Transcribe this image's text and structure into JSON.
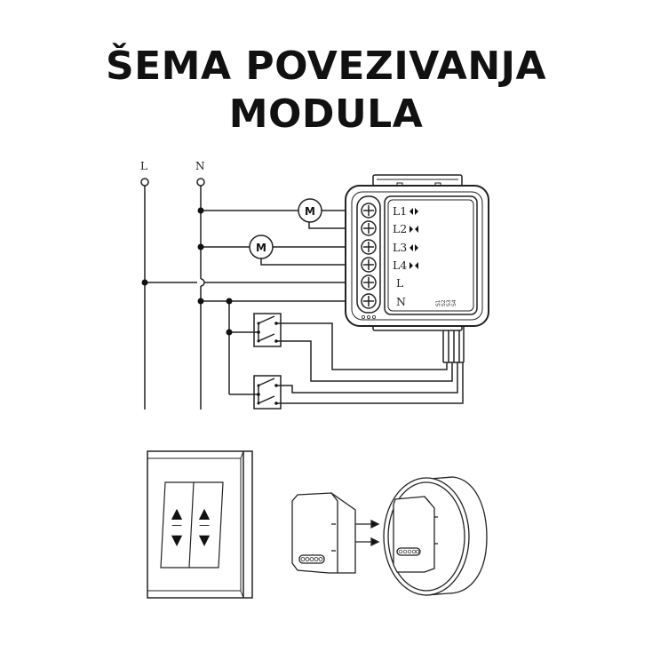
{
  "title": {
    "line1": "ŠEMA POVEZIVANJA",
    "line2": "MODULA"
  },
  "wiring": {
    "supply_labels": {
      "live": "L",
      "neutral": "N"
    },
    "motors": [
      {
        "label": "M",
        "connects_to": [
          "L1",
          "L2"
        ]
      },
      {
        "label": "M",
        "connects_to": [
          "L3",
          "L4"
        ]
      }
    ],
    "module_terminals": [
      {
        "label": "L1",
        "symbol": "◆"
      },
      {
        "label": "L2",
        "symbol": "⧓"
      },
      {
        "label": "L3",
        "symbol": "◆"
      },
      {
        "label": "L4",
        "symbol": "⧓"
      },
      {
        "label": "L",
        "symbol": ""
      },
      {
        "label": "N",
        "symbol": ""
      }
    ],
    "switch_inputs_label": "S1 S2 S3 S4",
    "switches": [
      {
        "name": "switch-1",
        "outputs": 2
      },
      {
        "name": "switch-2",
        "outputs": 2
      }
    ]
  },
  "wall_switch": {
    "buttons": [
      {
        "up": "▲",
        "divider": "—",
        "down": "▼"
      },
      {
        "up": "▲",
        "divider": "—",
        "down": "▼"
      }
    ]
  },
  "installation": {
    "arrows": 2
  },
  "colors": {
    "line": "#222222",
    "background": "#ffffff"
  }
}
